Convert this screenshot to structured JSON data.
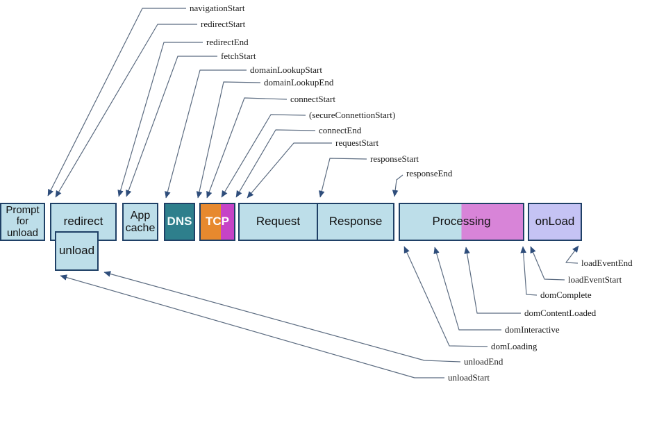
{
  "diagram": {
    "boxes": {
      "prompt_for_unload": "Prompt\nfor\nunload",
      "redirect": "redirect",
      "unload": "unload",
      "app_cache": "App\ncache",
      "dns": "DNS",
      "tcp": "TCP",
      "request": "Request",
      "response": "Response",
      "processing": "Processing",
      "onload": "onLoad"
    },
    "top_labels": [
      "navigationStart",
      "redirectStart",
      "redirectEnd",
      "fetchStart",
      "domainLookupStart",
      "domainLookupEnd",
      "connectStart",
      "(secureConnettionStart)",
      "connectEnd",
      "requestStart",
      "responseStart",
      "responseEnd"
    ],
    "bottom_labels": [
      "loadEventEnd",
      "loadEventStart",
      "domComplete",
      "domContentLoaded",
      "domInteractive",
      "domLoading",
      "unloadEnd",
      "unloadStart"
    ],
    "colors": {
      "phase_blue": "#bddee9",
      "dns_teal": "#2e7f8c",
      "tcp_orange": "#e7892e",
      "tcp_magenta": "#c643c6",
      "processing_magenta": "#d884d8",
      "onload_lavender": "#c5c3f4",
      "box_border": "#1f4066",
      "leader_line": "#5b6b80",
      "arrowhead": "#2e4d7b"
    }
  }
}
